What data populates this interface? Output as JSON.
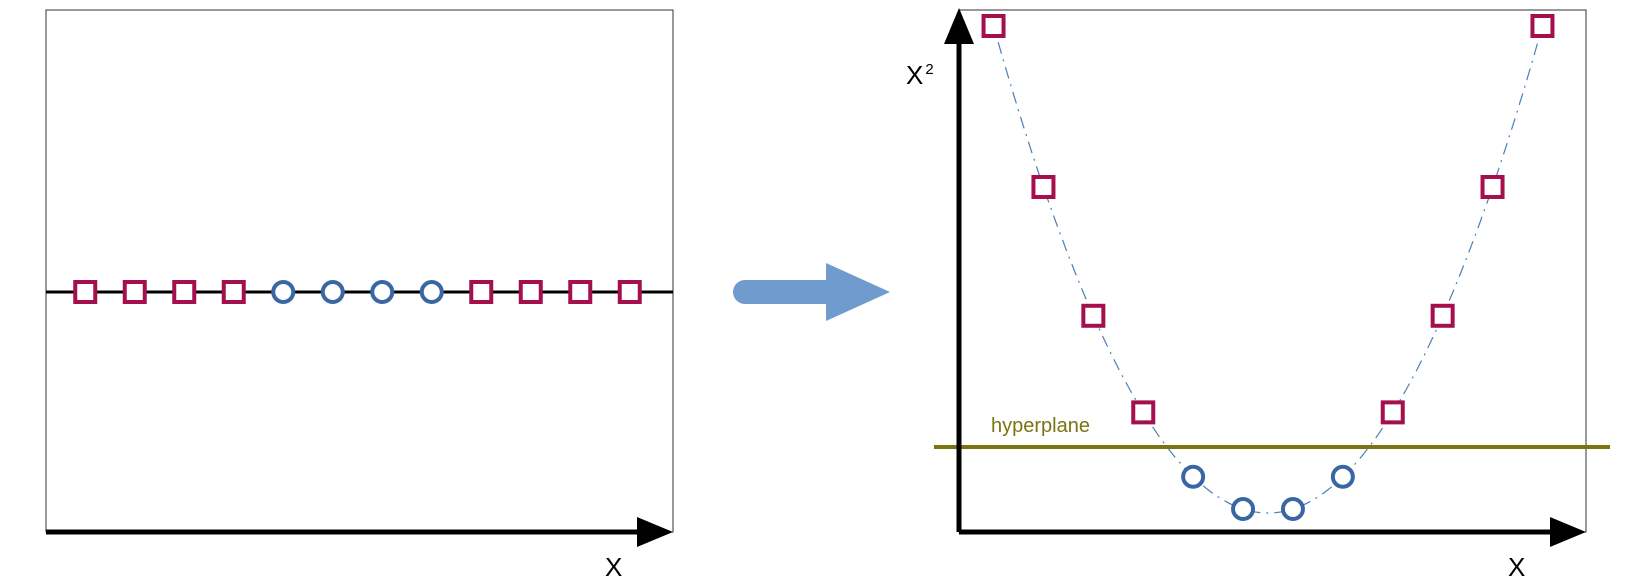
{
  "left_panel": {
    "x_axis_label": "X",
    "points": [
      {
        "x": -5.5,
        "class": "square"
      },
      {
        "x": -4.5,
        "class": "square"
      },
      {
        "x": -3.5,
        "class": "square"
      },
      {
        "x": -2.5,
        "class": "square"
      },
      {
        "x": -1.5,
        "class": "circle"
      },
      {
        "x": -0.5,
        "class": "circle"
      },
      {
        "x": 0.5,
        "class": "circle"
      },
      {
        "x": 1.5,
        "class": "circle"
      },
      {
        "x": 2.5,
        "class": "square"
      },
      {
        "x": 3.5,
        "class": "square"
      },
      {
        "x": 4.5,
        "class": "square"
      },
      {
        "x": 5.5,
        "class": "square"
      }
    ]
  },
  "right_panel": {
    "x_axis_label": "X",
    "y_axis_label": "X",
    "y_axis_superscript": "2",
    "hyperplane_label": "hyperplane",
    "hyperplane_y": 4.1,
    "curve": "y = x^2",
    "points": [
      {
        "x": -5.5,
        "y": 30.25,
        "class": "square"
      },
      {
        "x": -4.5,
        "y": 20.25,
        "class": "square"
      },
      {
        "x": -3.5,
        "y": 12.25,
        "class": "square"
      },
      {
        "x": -2.5,
        "y": 6.25,
        "class": "square"
      },
      {
        "x": -1.5,
        "y": 2.25,
        "class": "circle"
      },
      {
        "x": -0.5,
        "y": 0.25,
        "class": "circle"
      },
      {
        "x": 0.5,
        "y": 0.25,
        "class": "circle"
      },
      {
        "x": 1.5,
        "y": 2.25,
        "class": "circle"
      },
      {
        "x": 2.5,
        "y": 6.25,
        "class": "square"
      },
      {
        "x": 3.5,
        "y": 12.25,
        "class": "square"
      },
      {
        "x": 4.5,
        "y": 20.25,
        "class": "square"
      },
      {
        "x": 5.5,
        "y": 30.25,
        "class": "square"
      }
    ]
  },
  "colors": {
    "square": "#a50f4e",
    "circle": "#3a67a4",
    "hyperplane": "#7a7412",
    "arrow": "#6f9bcf",
    "curve": "#4c7fb7",
    "axis": "#000000",
    "frame": "#333333"
  }
}
